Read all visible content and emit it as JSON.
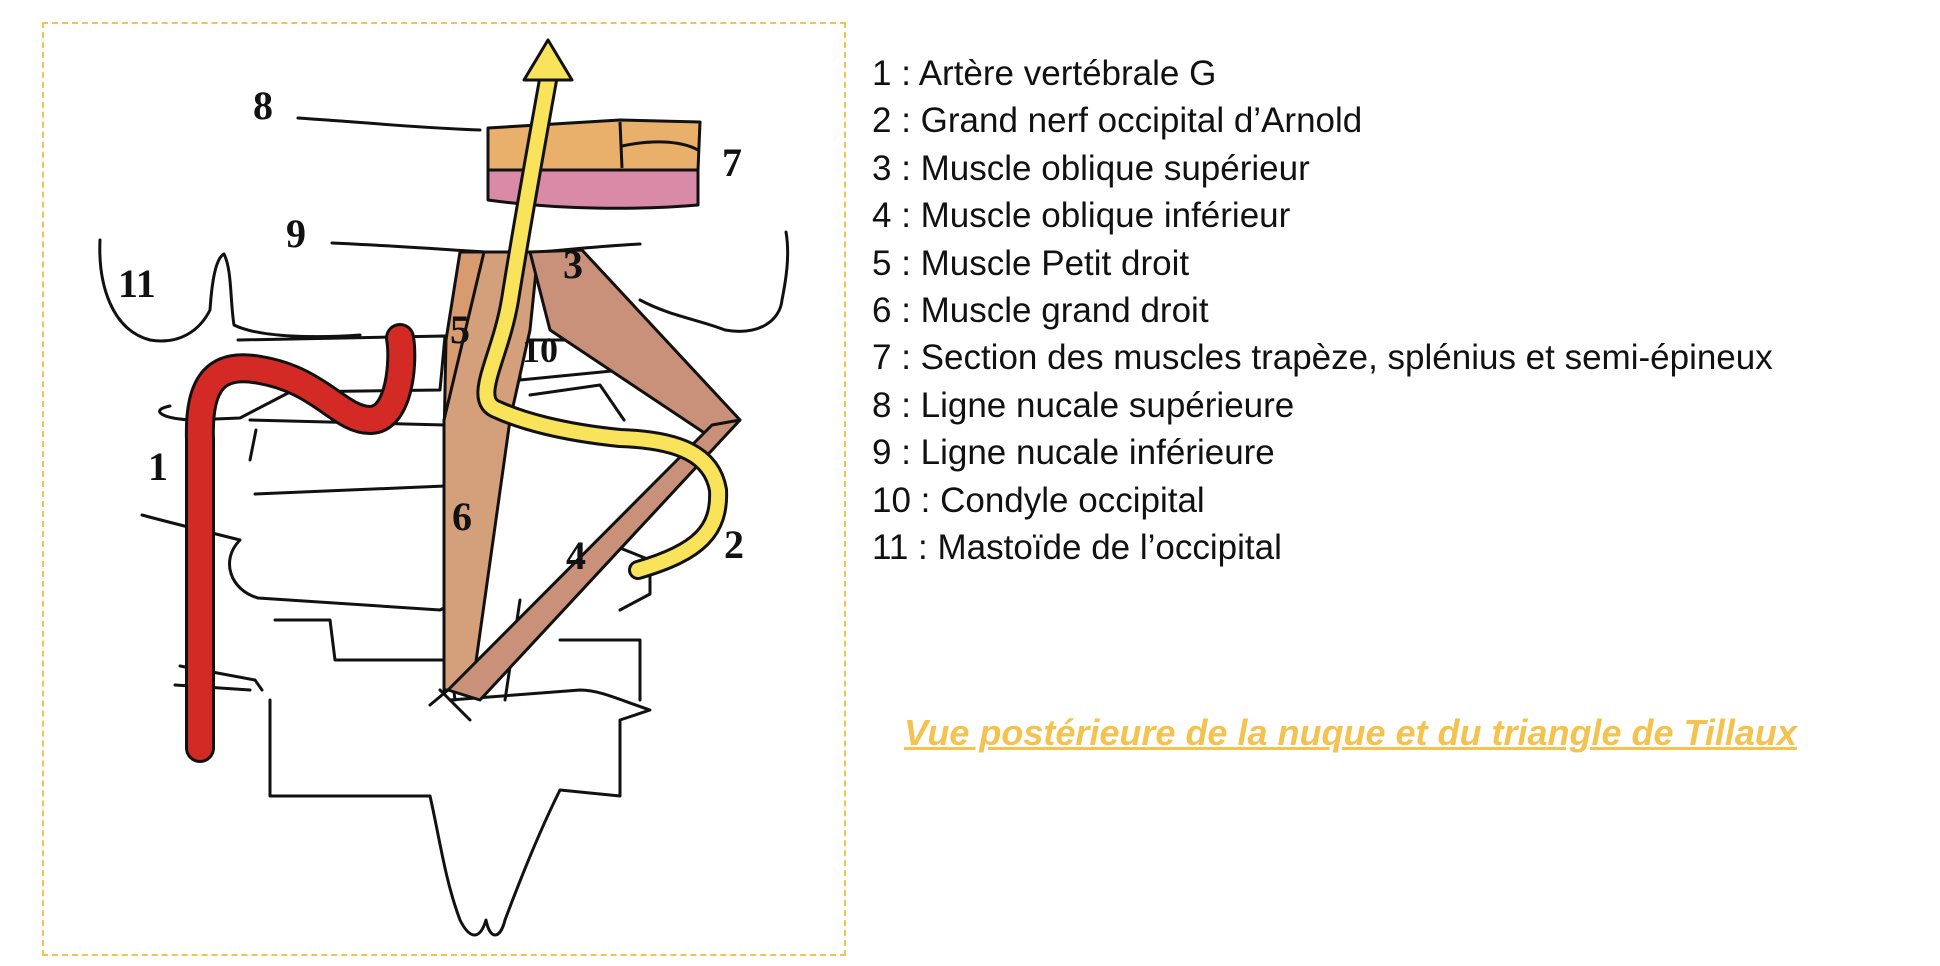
{
  "diagram": {
    "callouts": [
      "1",
      "2",
      "3",
      "4",
      "5",
      "6",
      "7",
      "8",
      "9",
      "10",
      "11"
    ],
    "colors": {
      "frame": "#f4c24f",
      "artery": "#d42a25",
      "nerve": "#f8e35b",
      "muscle": "#c9907a",
      "muscle_small": "#d89a6f",
      "section_top": "#e9b06b",
      "section_bottom": "#d98aa6",
      "outline": "#111111"
    },
    "icons": [
      "arrow-up-icon"
    ]
  },
  "legend": {
    "items": [
      "1 : Artère vertébrale G",
      "2 : Grand nerf occipital d’Arnold",
      "3 : Muscle oblique supérieur",
      "4 : Muscle oblique inférieur",
      "5 : Muscle Petit droit",
      "6 : Muscle grand droit",
      "7 : Section des muscles trapèze, splénius et semi-épineux",
      "8 : Ligne nucale supérieure",
      "9 : Ligne nucale inférieure",
      "10 : Condyle occipital",
      "11 : Mastoïde de l’occipital"
    ]
  },
  "caption": {
    "text": "Vue postérieure de la nuque et du triangle de Tillaux",
    "color": "#f4c24f"
  }
}
